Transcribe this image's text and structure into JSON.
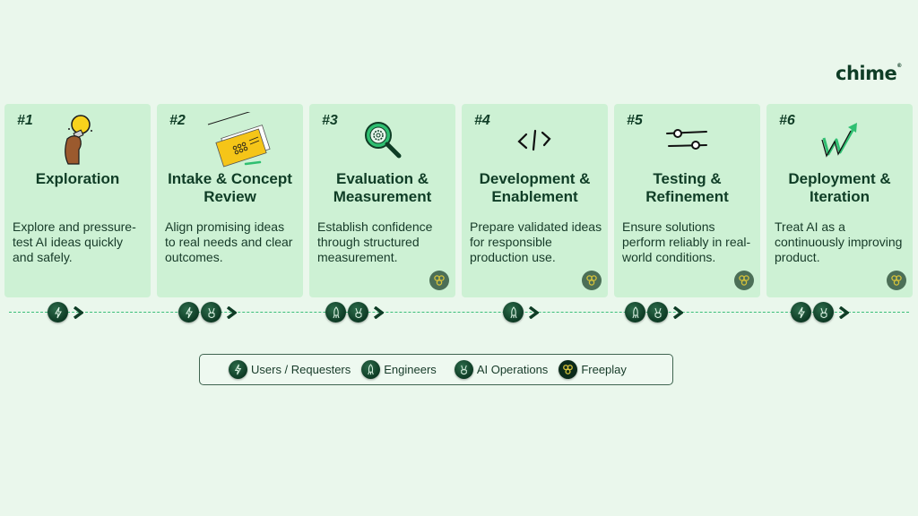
{
  "brand": {
    "logo_text": "chime",
    "registered": "®"
  },
  "stages": [
    {
      "number": "#1",
      "title": "Exploration",
      "description": "Explore and pressure-test AI ideas quickly and safely.",
      "illustration": "hand-holding-lightbulb-icon",
      "freeplay": false,
      "roles": [
        "users"
      ]
    },
    {
      "number": "#2",
      "title": "Intake & Concept Review",
      "description": "Align promising ideas to real needs and clear outcomes.",
      "illustration": "documents-checklist-icon",
      "freeplay": false,
      "roles": [
        "users",
        "ai_operations"
      ]
    },
    {
      "number": "#3",
      "title": "Evaluation & Measurement",
      "description": "Establish confidence through structured measurement.",
      "illustration": "magnifier-gear-icon",
      "freeplay": true,
      "roles": [
        "engineers",
        "ai_operations"
      ]
    },
    {
      "number": "#4",
      "title": "Development & Enablement",
      "description": "Prepare validated ideas for responsible production use.",
      "illustration": "code-brackets-icon",
      "freeplay": true,
      "roles": [
        "engineers"
      ]
    },
    {
      "number": "#5",
      "title": "Testing & Refinement",
      "description": "Ensure solutions perform reliably in real-world conditions.",
      "illustration": "sliders-icon",
      "freeplay": true,
      "roles": [
        "engineers",
        "ai_operations"
      ]
    },
    {
      "number": "#6",
      "title": "Deployment  & Iteration",
      "description": "Treat AI as a continuously improving product.",
      "illustration": "trend-arrow-icon",
      "freeplay": true,
      "roles": [
        "users",
        "ai_operations"
      ]
    }
  ],
  "legend": {
    "items": [
      {
        "key": "users",
        "label": "Users / Requesters",
        "icon": "lightning-icon"
      },
      {
        "key": "engineers",
        "label": "Engineers",
        "icon": "rocket-icon"
      },
      {
        "key": "ai_operations",
        "label": "AI Operations",
        "icon": "peace-hand-icon"
      },
      {
        "key": "freeplay",
        "label": "Freeplay",
        "icon": "freeplay-rings-icon"
      }
    ]
  },
  "colors": {
    "background": "#eaf7ec",
    "card": "#cdf1d4",
    "text_dark": "#0f3d26",
    "accent_green": "#2fbf71",
    "timeline_dash": "#3bbf7a",
    "freeplay_gold": "#d6c23a"
  }
}
